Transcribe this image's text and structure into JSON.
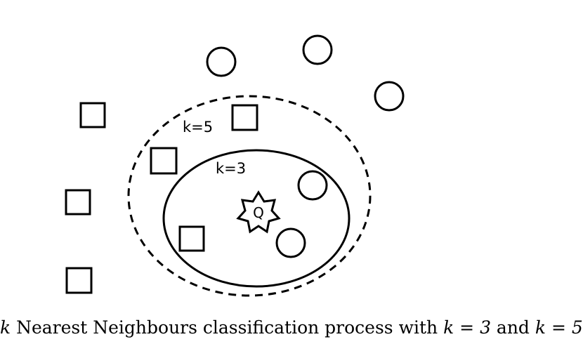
{
  "diagram": {
    "outer_ellipse_label": "k=5",
    "inner_ellipse_label": "k=3",
    "query_label": "Q"
  },
  "caption": {
    "var_k": "k",
    "text_1": " Nearest Neighbours classification process with ",
    "eq_k3": "k = 3",
    "text_and": " and ",
    "eq_k5": "k = 5"
  },
  "colors": {
    "stroke": "#000000",
    "background": "#ffffff"
  }
}
